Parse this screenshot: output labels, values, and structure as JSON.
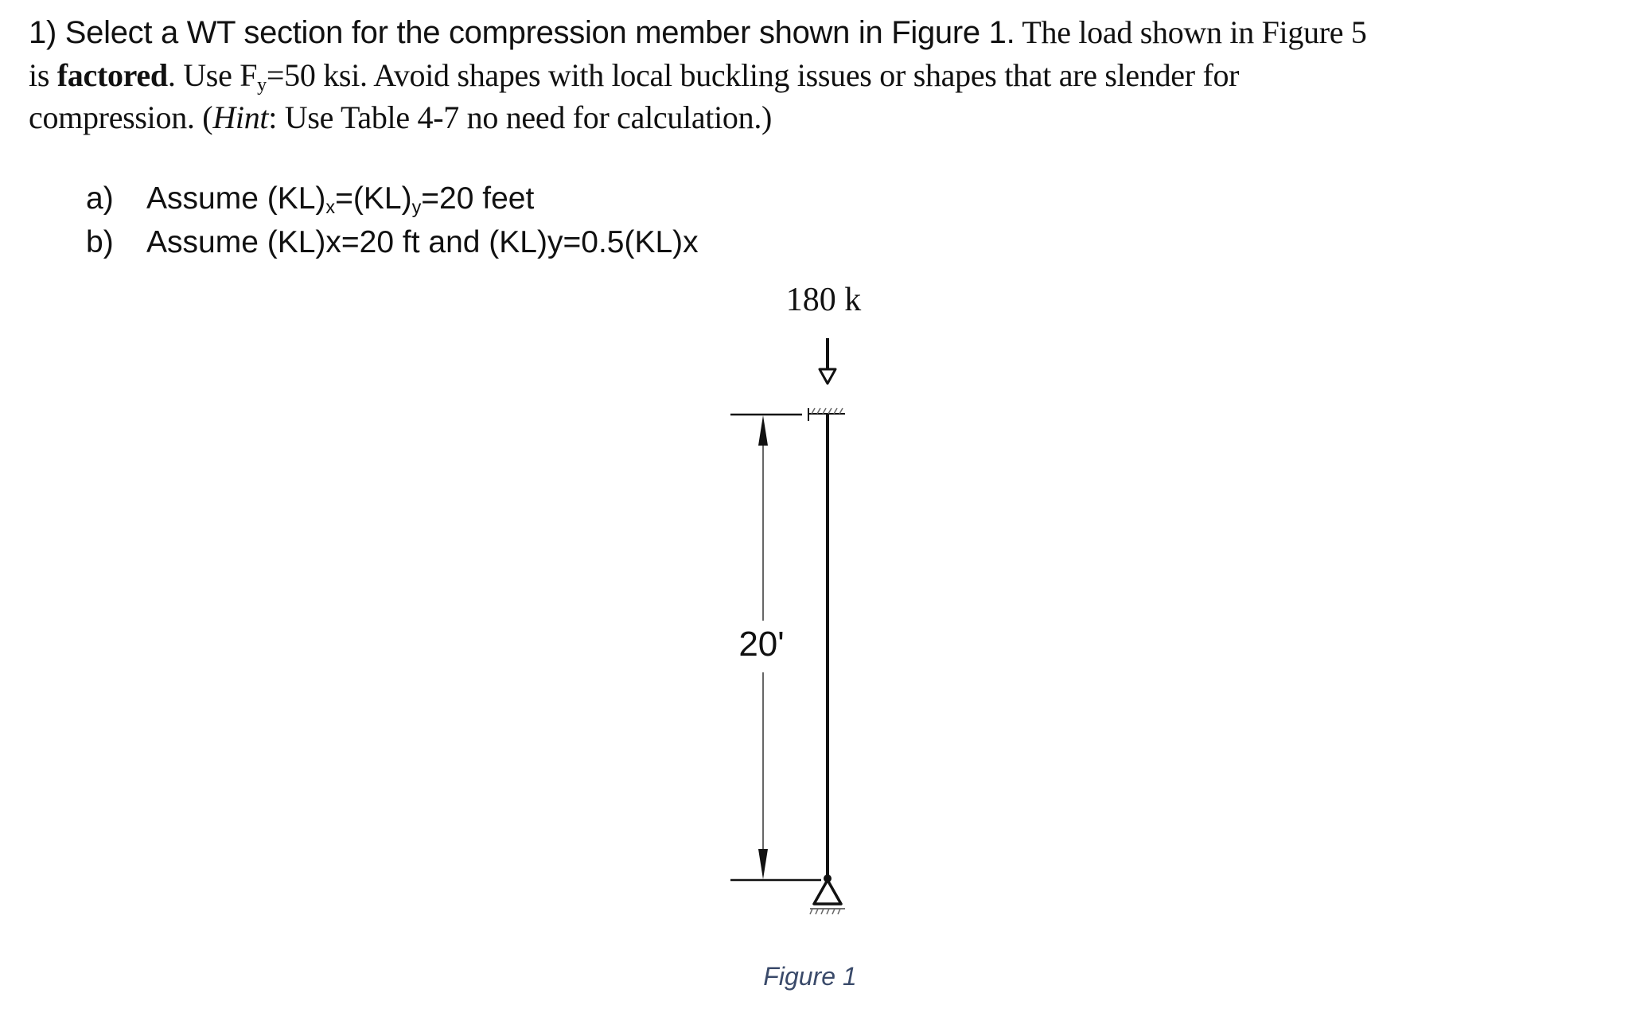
{
  "problem": {
    "line1": "1) Select a WT section for the compression member shown in Figure 1.",
    "line1_serif": " The load shown in Figure 5",
    "line2_a": "is ",
    "line2_bold": "factored",
    "line2_b": ". Use F",
    "line2_sub": "y",
    "line2_c": "=50 ksi. Avoid shapes with local buckling issues or shapes that are slender for",
    "line3_a": "compression. (",
    "line3_italic": "Hint",
    "line3_b": ": Use Table 4-7 no need for calculation.)"
  },
  "parts": [
    {
      "marker": "a)",
      "text_a": "Assume (KL)",
      "sub_x": "x",
      "text_b": "=(KL)",
      "sub_y": "y",
      "text_c": "=20 feet"
    },
    {
      "marker": "b)",
      "text": "Assume (KL)x=20 ft and (KL)y=0.5(KL)x"
    }
  ],
  "figure": {
    "load_label": "180 k",
    "length_label": "20'",
    "caption": "Figure 1"
  },
  "colors": {
    "text": "#111111",
    "caption": "#3a4a6a"
  }
}
